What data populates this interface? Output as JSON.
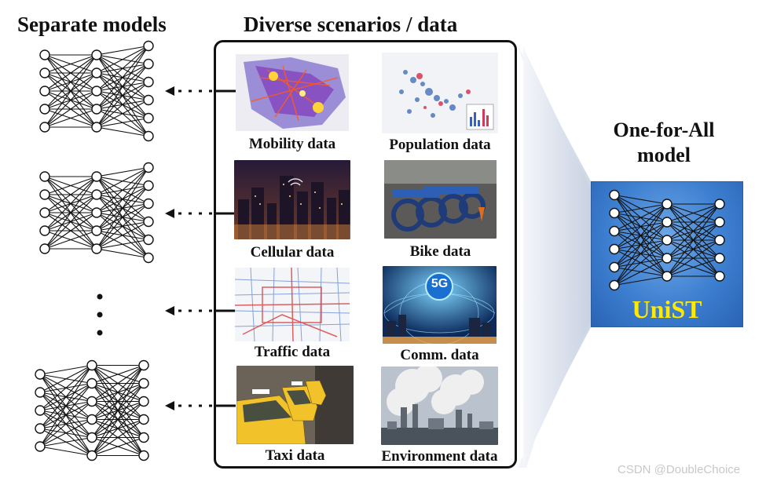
{
  "headings": {
    "separate": "Separate models",
    "diverse": "Diverse scenarios / data",
    "one_for_all": "One-for-All model"
  },
  "tiles": [
    {
      "label": "Mobility data"
    },
    {
      "label": "Population data"
    },
    {
      "label": "Cellular data"
    },
    {
      "label": "Bike data"
    },
    {
      "label": "Traffic data"
    },
    {
      "label": "Comm. data"
    },
    {
      "label": "Taxi data"
    },
    {
      "label": "Environment data"
    }
  ],
  "comm_badge": "5G",
  "unified_model": {
    "name": "UniST"
  },
  "watermark": "CSDN @DoubleChoice",
  "colors": {
    "model_box": "#3d7fd0",
    "model_label": "#ffea00",
    "network_lines": "#111111"
  }
}
